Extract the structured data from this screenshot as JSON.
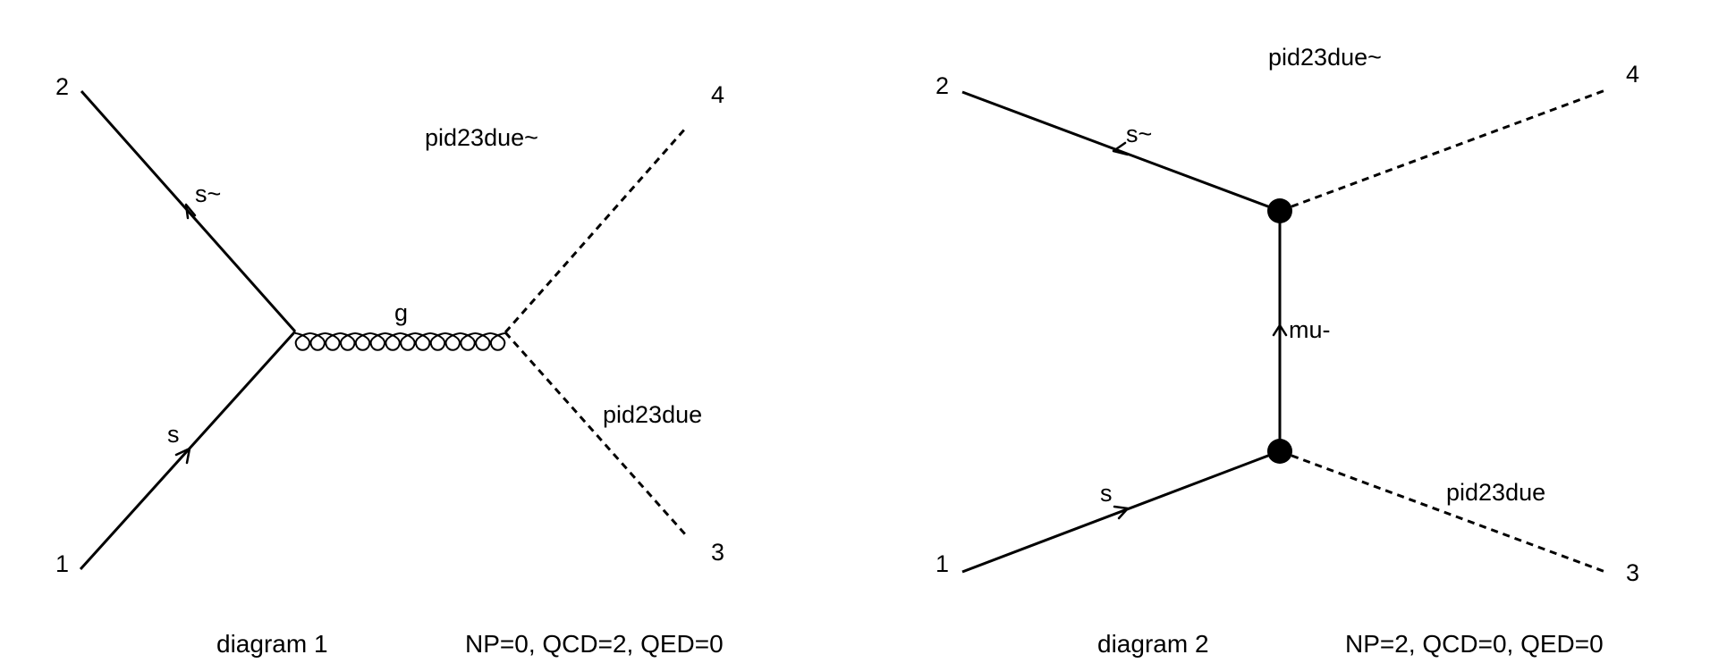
{
  "diagrams": [
    {
      "caption": "diagram 1",
      "orders": "NP=0, QCD=2, QED=0",
      "ext": {
        "n1": "1",
        "n2": "2",
        "n3": "3",
        "n4": "4"
      },
      "particles": {
        "in1": "s",
        "in2": "s~",
        "prop": "g",
        "out3": "pid23due",
        "out4": "pid23due~"
      }
    },
    {
      "caption": "diagram 2",
      "orders": "NP=2, QCD=0, QED=0",
      "ext": {
        "n1": "1",
        "n2": "2",
        "n3": "3",
        "n4": "4"
      },
      "particles": {
        "in1": "s",
        "in2": "s~",
        "prop": "mu-",
        "out3": "pid23due",
        "out4": "pid23due~"
      }
    }
  ]
}
